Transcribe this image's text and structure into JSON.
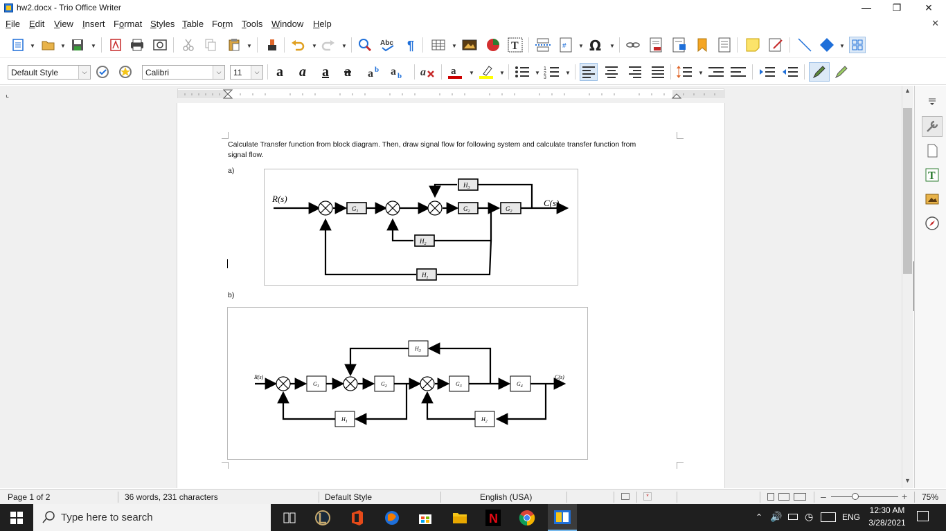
{
  "window": {
    "title": "hw2.docx - Trio Office Writer"
  },
  "menu": [
    "File",
    "Edit",
    "View",
    "Insert",
    "Format",
    "Styles",
    "Table",
    "Form",
    "Tools",
    "Window",
    "Help"
  ],
  "formatting": {
    "paragraph_style": "Default Style",
    "font_name": "Calibri",
    "font_size": "11"
  },
  "document": {
    "instruction_line1": "Calculate Transfer function from block diagram. Then, draw signal flow for following system and calculate transfer function from",
    "instruction_line2": "signal flow.",
    "part_a_label": "a)",
    "part_b_label": "b)",
    "diagram_a": {
      "input": "R(s)",
      "output": "C(s)",
      "blocks": [
        "G1",
        "G2",
        "G2",
        "H3",
        "H2",
        "H1"
      ]
    },
    "diagram_b": {
      "input": "R(s)",
      "output": "C(s)",
      "blocks": [
        "G1",
        "G2",
        "G3",
        "G4",
        "H3",
        "H1",
        "H2"
      ]
    }
  },
  "status": {
    "page": "Page 1 of 2",
    "word_count": "36 words, 231 characters",
    "page_style": "Default Style",
    "language": "English (USA)",
    "zoom": "75%"
  },
  "taskbar": {
    "search_placeholder": "Type here to search",
    "language": "ENG",
    "time": "12:30 AM",
    "date": "3/28/2021"
  },
  "icons": {
    "titlebar": [
      "app-logo-icon",
      "minimize-icon",
      "restore-icon",
      "close-icon"
    ],
    "toolbar1": [
      "new-icon",
      "open-icon",
      "save-icon",
      "export-pdf-icon",
      "print-icon",
      "print-preview-icon",
      "cut-icon",
      "copy-icon",
      "paste-icon",
      "clone-format-icon",
      "undo-icon",
      "redo-icon",
      "find-replace-icon",
      "spellcheck-icon",
      "formatting-marks-icon",
      "table-icon",
      "image-icon",
      "chart-icon",
      "textbox-icon",
      "page-break-icon",
      "field-icon",
      "special-character-icon",
      "hyperlink-icon",
      "footnote-icon",
      "endnote-icon",
      "bookmark-icon",
      "cross-reference-icon",
      "comment-icon",
      "track-changes-icon",
      "line-icon",
      "shapes-icon",
      "more-icon"
    ],
    "toolbar2": [
      "update-style-icon",
      "new-style-icon",
      "bold-icon",
      "italic-icon",
      "underline-icon",
      "strikethrough-icon",
      "superscript-icon",
      "subscript-icon",
      "clear-formatting-icon",
      "font-color-icon",
      "highlight-icon",
      "bullets-icon",
      "numbering-icon",
      "align-left-icon",
      "align-center-icon",
      "align-right-icon",
      "justify-icon",
      "line-spacing-icon",
      "increase-paragraph-spacing-icon",
      "decrease-paragraph-spacing-icon",
      "increase-indent-icon",
      "decrease-indent-icon",
      "draw-icon",
      "pen-icon"
    ],
    "sidebar": [
      "sidebar-menu-icon",
      "properties-icon",
      "page-icon",
      "styles-icon",
      "gallery-icon",
      "navigator-icon"
    ],
    "taskbar": [
      "start-icon",
      "search-icon",
      "task-view-icon",
      "league-icon",
      "office-icon",
      "browser-icon",
      "store-icon",
      "file-explorer-icon",
      "netflix-icon",
      "chrome-icon",
      "writer-icon",
      "show-hidden-icons-icon",
      "volume-icon",
      "battery-icon",
      "network-icon",
      "keyboard-icon",
      "notifications-icon"
    ]
  },
  "colors": {
    "accent": "#1e6fd9",
    "font_color_bar": "#cc0000",
    "highlight_bar": "#ffff00"
  }
}
